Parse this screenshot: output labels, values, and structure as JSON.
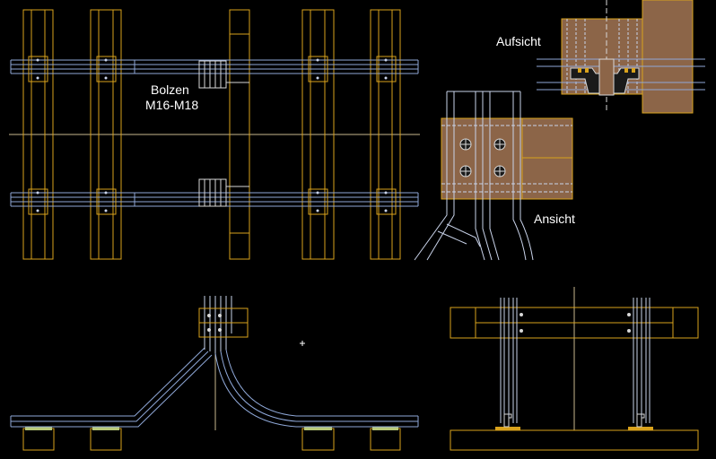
{
  "labels": {
    "bolt_name": "Bolzen",
    "bolt_size": "M16-M18",
    "top_view": "Aufsicht",
    "side_view": "Ansicht"
  },
  "colors": {
    "background": "#000000",
    "sleeper": "#d9a21c",
    "rail": "#8fa8d8",
    "rail_inner": "#c9d3ea",
    "axis": "#c9b78e",
    "wood": "#8c6548",
    "detail": "#d8d8d8",
    "pad": "#b8c878",
    "text": "#ffffff"
  }
}
